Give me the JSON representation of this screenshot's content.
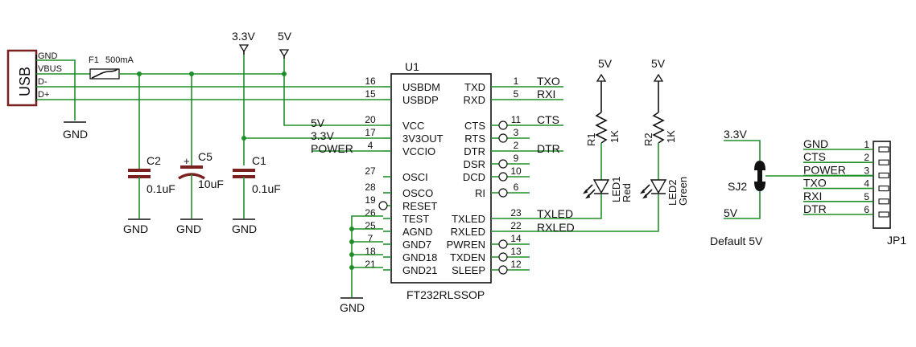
{
  "usb": {
    "label": "USB",
    "pins": [
      "GND",
      "VBUS",
      "D-",
      "D+"
    ]
  },
  "fuse": {
    "ref": "F1",
    "value": "500mA"
  },
  "rails": {
    "v33": "3.3V",
    "v5": "5V"
  },
  "gnd": "GND",
  "c2": {
    "ref": "C2",
    "value": "0.1uF"
  },
  "c5": {
    "ref": "C5",
    "value": "10uF"
  },
  "c1": {
    "ref": "C1",
    "value": "0.1uF"
  },
  "u1": {
    "ref": "U1",
    "part": "FT232RLSSOP",
    "left_pins": [
      {
        "num": "16",
        "name": "USBDM"
      },
      {
        "num": "15",
        "name": "USBDP"
      },
      {
        "num": "20",
        "name": "VCC"
      },
      {
        "num": "17",
        "name": "3V3OUT"
      },
      {
        "num": "4",
        "name": "VCCIO"
      },
      {
        "num": "27",
        "name": "OSCI"
      },
      {
        "num": "28",
        "name": "OSCO"
      },
      {
        "num": "19",
        "name": "RESET"
      },
      {
        "num": "26",
        "name": "TEST"
      },
      {
        "num": "25",
        "name": "AGND"
      },
      {
        "num": "7",
        "name": "GND7"
      },
      {
        "num": "18",
        "name": "GND18"
      },
      {
        "num": "21",
        "name": "GND21"
      }
    ],
    "right_pins": [
      {
        "num": "1",
        "name": "TXD"
      },
      {
        "num": "5",
        "name": "RXD"
      },
      {
        "num": "11",
        "name": "CTS"
      },
      {
        "num": "3",
        "name": "RTS"
      },
      {
        "num": "2",
        "name": "DTR"
      },
      {
        "num": "9",
        "name": "DSR"
      },
      {
        "num": "10",
        "name": "DCD"
      },
      {
        "num": "6",
        "name": "RI"
      },
      {
        "num": "23",
        "name": "TXLED"
      },
      {
        "num": "22",
        "name": "RXLED"
      },
      {
        "num": "14",
        "name": "PWREN"
      },
      {
        "num": "13",
        "name": "TXDEN"
      },
      {
        "num": "12",
        "name": "SLEEP"
      }
    ]
  },
  "nets": {
    "v5": "5V",
    "v33": "3.3V",
    "power": "POWER",
    "txo": "TXO",
    "rxi": "RXI",
    "cts": "CTS",
    "dtr": "DTR",
    "txled": "TXLED",
    "rxled": "RXLED"
  },
  "r1": {
    "ref": "R1",
    "value": "1K"
  },
  "r2": {
    "ref": "R2",
    "value": "1K"
  },
  "led1": {
    "ref": "LED1",
    "color": "Red"
  },
  "led2": {
    "ref": "LED2",
    "color": "Green"
  },
  "led_supply": "5V",
  "sj2": {
    "ref": "SJ2",
    "top": "3.3V",
    "bottom": "5V",
    "note": "Default 5V"
  },
  "jp1": {
    "ref": "JP1",
    "pins": [
      {
        "num": "1",
        "name": "GND"
      },
      {
        "num": "2",
        "name": "CTS"
      },
      {
        "num": "3",
        "name": "POWER"
      },
      {
        "num": "4",
        "name": "TXO"
      },
      {
        "num": "5",
        "name": "RXI"
      },
      {
        "num": "6",
        "name": "DTR"
      }
    ]
  },
  "colors": {
    "wire": "#1f8f2a",
    "symbol": "#111111",
    "usb_box": "#7a2020"
  }
}
